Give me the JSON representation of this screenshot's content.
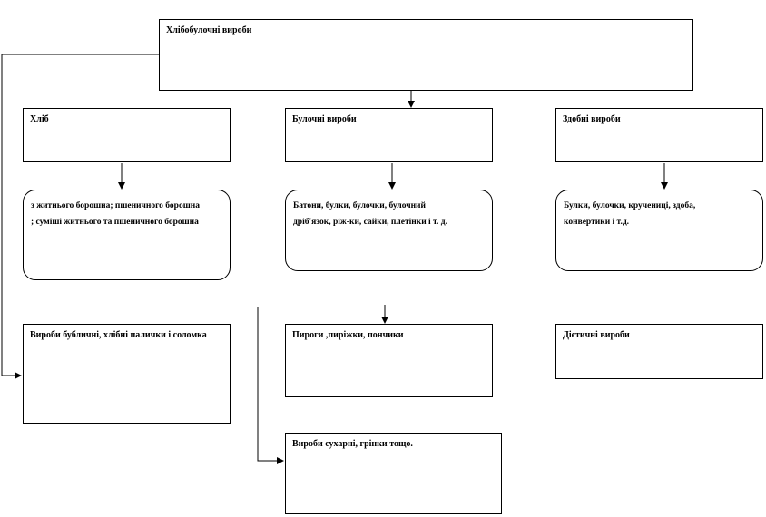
{
  "diagram": {
    "root": "Хлібобулочні вироби",
    "cat_bread": "Хліб",
    "cat_buns": "Булочні вироби",
    "cat_pastry": "Здобні вироби",
    "bread_desc_1": "з житнього борошна; пшеничного борошна",
    "bread_desc_2": "; суміші житнього та пшеничного борошна",
    "buns_desc_1": "Батони, булки, булочки, булочний",
    "buns_desc_2": "дріб'язок, ріж-ки, сайки, плетінки і т. д.",
    "pastry_desc_1": "Булки, булочки, кручениці, здоба,",
    "pastry_desc_2": "конвертики і т.д.",
    "bagels": "Вироби бубличні, хлібні палички і соломка",
    "pies": "Пироги ,пиріжки, пончики",
    "dietary": "Дієтичні вироби",
    "rusks": "Вироби сухарні, грінки тощо."
  }
}
